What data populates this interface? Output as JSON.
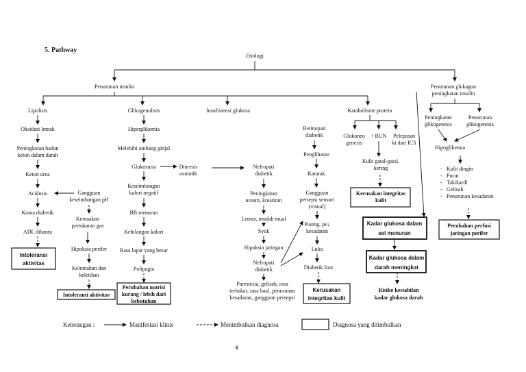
{
  "heading": "5. Pathway",
  "page_number": "6",
  "nodes": {
    "etiologi": "Etiologi",
    "penurunan_insulin": "Penurunan insulin",
    "penurunan_glukagon_1": "Penurunan glukagon",
    "penurunan_glukagon_2": "peningkatan insulin",
    "lipolisis": "Lipolisis",
    "glikogenolisis": "Glikogenolisis",
    "insufisiensi": "Insufisiensi glukosa",
    "katabolisme": "Katabolisme protein",
    "oksidasi": "Oksidasi lemak",
    "peningkatan_badan_1": "Peningkatan badan",
    "peningkatan_badan_2": "keton dalam darah",
    "keton_urea": "Keton urea",
    "acidosis": "Acidosis",
    "koma": "Koma diabetik",
    "adl": "ADL dibantu",
    "gangguan_ph_1": "Gangguan",
    "gangguan_ph_2": "keseimbangan pH",
    "kerusakan_gas_1": "Kerusakan",
    "kerusakan_gas_2": "pertukaran gas",
    "hipoksia_perifer": "Hipoksia perifer",
    "kelemahan_1": "Kelemahan dan",
    "kelemahan_2": "keletihan",
    "hiperglikemia": "Hiperglikemia",
    "melebihi": "Melebihi ambang ginjal",
    "glukosuria": "Glukosuria",
    "diuresis_1": "Diuresis",
    "diuresis_2": "osmotik",
    "keseimbangan_1": "Keseimbangan",
    "keseimbangan_2": "kalori negatif",
    "bb_menurun": "BB menurun",
    "kehilangan": "Kehilangan kalori",
    "rasa_lapar": "Rasa lapar yang besar",
    "polipagia": "Polipagia",
    "nefropati1_1": "Nefropati",
    "nefropati1_2": "diabetik",
    "peningkatan_ureum_1": "Peningkatan",
    "peningkatan_ureum_2": "ureum, kreatinin",
    "lemas": "Lemas, mudah mual",
    "syok": "Syok",
    "hipoksia_jaringan": "Hipoksia jaringan",
    "nefropati2_1": "Nefropati",
    "nefropati2_2": "diabetik",
    "parestesia_1": "Parestesia, gelisah, rasa",
    "parestesia_2": "terbakar, rasa baal, penurunan",
    "parestesia_3": "kesadaran, gangguan persepsi",
    "retinopati_1": "Retinopati",
    "retinopati_2": "diabetik",
    "penglihatan": "Penglihatan",
    "katarak": "Katarak",
    "persepsi_1": "Gangguan",
    "persepsi_2": "persepsi sensori",
    "persepsi_3": "(visual)",
    "pusing_1": "Pusing, pe↓",
    "pusing_2": "kesadaran",
    "luka": "Luka",
    "diabetic_foot": "Diabetik foot",
    "glukoneo_1": "Glukoneo",
    "glukoneo_2": "genesis",
    "bun": "↑ BUN",
    "pelepasan_1": "Pelepasan",
    "pelepasan_2": "kt dari ICS",
    "kulit_gatal_1": "Kulit gatal-gatal,",
    "kulit_gatal_2": "kering",
    "peningkatan_glik_1": "Peningkatan",
    "peningkatan_glik_2": "glikogenesis",
    "penurunan_glik_1": "Penurunan",
    "penurunan_glik_2": "glikogenesis",
    "hipoglikemia": "Hipoglikemia",
    "symptoms": [
      "Kulit dingin",
      "Pucat",
      "Takikardi",
      "Gelisah",
      "Penurunan kesadaran"
    ],
    "risiko_1": "Risiko kestabilan",
    "risiko_2": "kadar glukosa darah"
  },
  "diagnoses": {
    "intoleransi_1_a": "Intoleransi",
    "intoleransi_1_b": "aktivitas",
    "intoleransi_2": "Intoleranti aktivitas",
    "nutrisi_1": "Perubahan nutrisi",
    "nutrisi_2": "kurang / lebih dari",
    "nutrisi_3": "kebutuhan",
    "integritas_1": "Kerusakan",
    "integritas_2": "integritas kulit",
    "integritas_kulit_1": "Kerusakan integritas",
    "integritas_kulit_2": "kulit",
    "kadar_menurun_1": "Kadar glukosa dalam",
    "kadar_menurun_2": "sel menurun",
    "kadar_meningkat_1": "Kadar glukosa dalam",
    "kadar_meningkat_2": "darah meningkat",
    "perfusi_1": "Perubahan perfusi",
    "perfusi_2": "jaringan perifer"
  },
  "legend": {
    "label": "Keterangan :",
    "solid": "Manifestasi klinis",
    "dashed": "Menimbulkan diagnosa",
    "box": "Diagnosa yang ditimbulkan"
  }
}
